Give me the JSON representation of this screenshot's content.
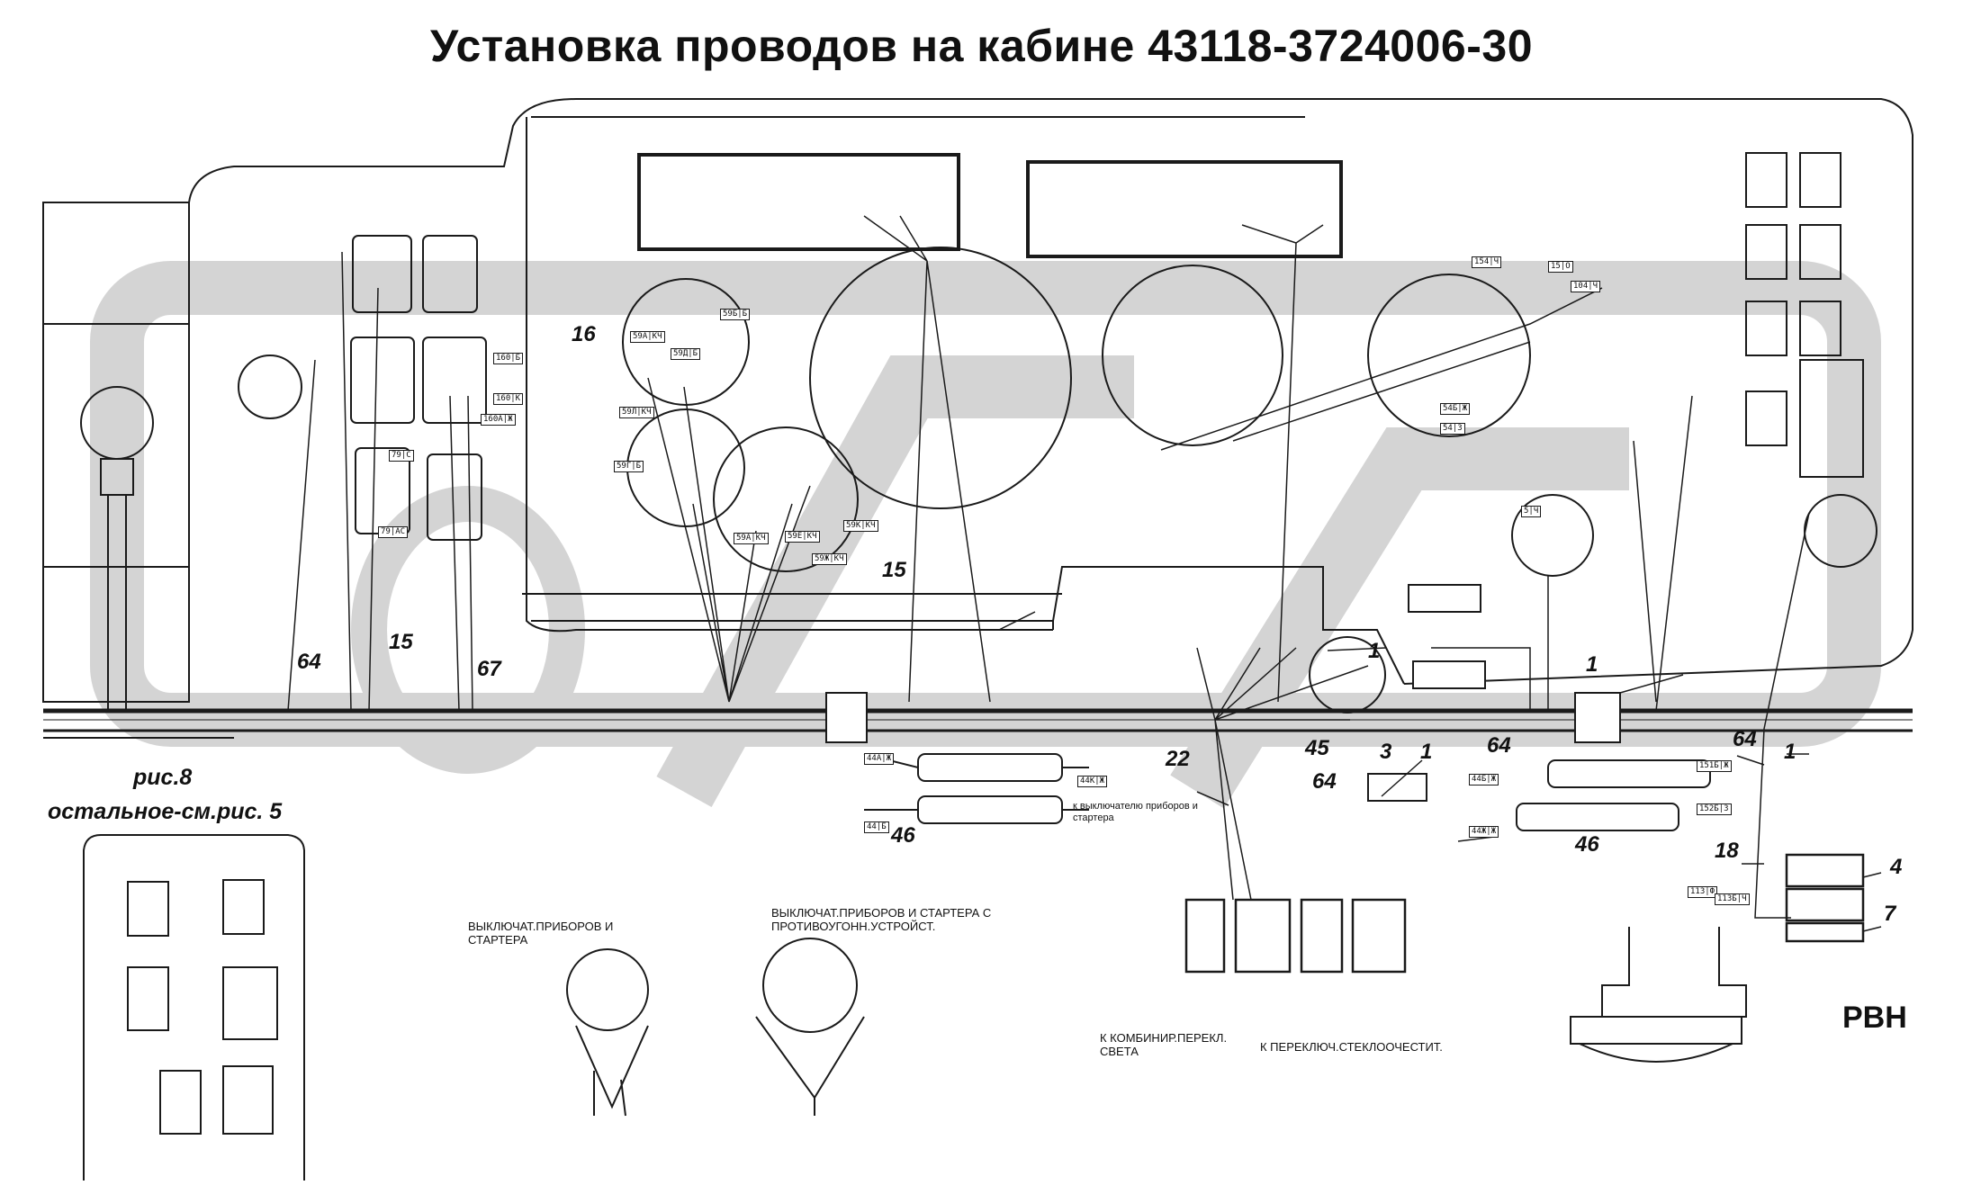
{
  "title": "Установка проводов на кабине 43118-3724006-30",
  "figure": {
    "fig_number": "рис.8",
    "note": "остальное-см.рис. 5"
  },
  "stamp": "РВН",
  "callouts": {
    "c16": "16",
    "c15a": "15",
    "c15b": "15",
    "c64a": "64",
    "c67": "67",
    "c22": "22",
    "c45": "45",
    "c3": "3",
    "c1a": "1",
    "c1b": "1",
    "c1c": "1",
    "c1d": "1",
    "c64b": "64",
    "c64c": "64",
    "c64d": "64",
    "c46a": "46",
    "c46b": "46",
    "c18": "18",
    "c4": "4",
    "c7": "7"
  },
  "captions": {
    "switch_1": "ВЫКЛЮЧАТ.ПРИБОРОВ И СТАРТЕРА",
    "switch_2": "ВЫКЛЮЧАТ.ПРИБОРОВ И СТАРТЕРА С ПРОТИВОУГОНН.УСТРОЙСТ.",
    "to_switch": "к выключателю приборов и стартера",
    "to_combined": "К КОМБИНИР.ПЕРЕКЛ. СВЕТА",
    "to_wiper": "К ПЕРЕКЛЮЧ.СТЕКЛООЧЕСТИТ."
  },
  "wire_tags": [
    "59А|КЧ",
    "59Д|Б",
    "59Б|Б",
    "59Л|КЧ",
    "59Г|Б",
    "59Е|КЧ",
    "59Ж|КЧ",
    "59А|КЧ",
    "59К|КЧ",
    "79|С",
    "79|АС",
    "160|Б",
    "160|К",
    "160А|Ж",
    "44А|Ж",
    "44К|Ж",
    "44|Б",
    "44Б|Ж",
    "44Ж|Ж",
    "151Б|Ж",
    "152Б|З",
    "113|Ф",
    "113Б|Ч",
    "54|З",
    "54Б|Ж",
    "5|Ч",
    "15|О",
    "104|Ч",
    "154|Ч"
  ],
  "colors": {
    "ink": "#1a1a1a",
    "watermark": "#cfcfcf",
    "panel": "#ececec"
  }
}
